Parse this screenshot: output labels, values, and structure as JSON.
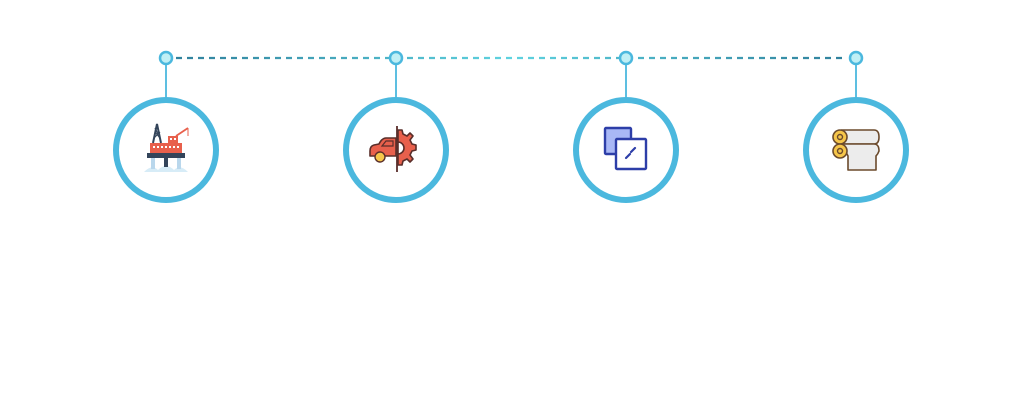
{
  "diagram": {
    "type": "timeline",
    "colors": {
      "ring": "#4BB8DE",
      "dash_dark": "#2E7E9A",
      "dash_light": "#5FD3E0",
      "node_fill": "#BFEFF5"
    },
    "steps": [
      {
        "id": "step-1",
        "icon": "offshore-oil-rig-icon",
        "label": ""
      },
      {
        "id": "step-2",
        "icon": "car-gear-automotive-icon",
        "label": ""
      },
      {
        "id": "step-3",
        "icon": "glass-panels-icon",
        "label": ""
      },
      {
        "id": "step-4",
        "icon": "paper-rolls-icon",
        "label": ""
      }
    ]
  }
}
